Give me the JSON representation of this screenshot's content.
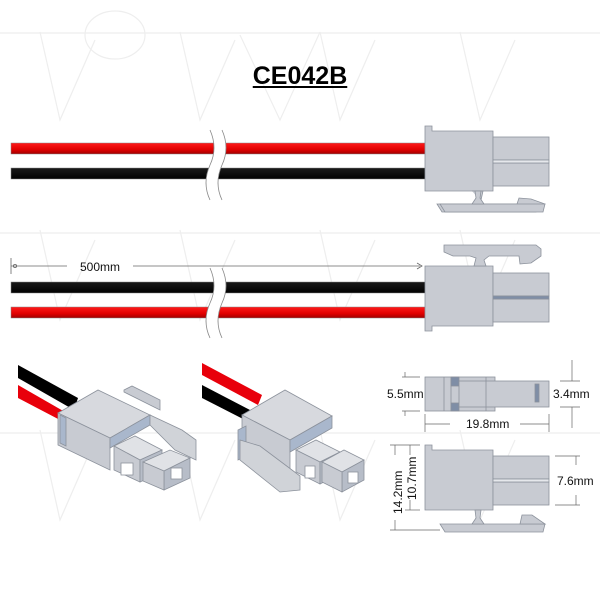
{
  "title": "CE042B",
  "colors": {
    "wire_red": "#e8000b",
    "wire_black": "#000000",
    "connector_body": "#c8cbd2",
    "connector_edge": "#8c929c",
    "connector_accent": "#a9b7cc",
    "dimension_line": "#666666"
  },
  "dimensions": {
    "cable_length": "500mm",
    "top_view_height": "5.5mm",
    "top_view_pin_height": "3.4mm",
    "overall_length": "19.8mm",
    "side_total_height": "14.2mm",
    "side_body_height": "10.7mm",
    "pin_pitch_height": "7.6mm"
  },
  "views": [
    {
      "name": "side-view-top",
      "wire_order": [
        "red",
        "black"
      ]
    },
    {
      "name": "side-view-bottom",
      "wire_order": [
        "black",
        "red"
      ]
    },
    {
      "name": "3d-view-left",
      "wire_order": [
        "black",
        "red"
      ]
    },
    {
      "name": "3d-view-right",
      "wire_order": [
        "red",
        "black"
      ]
    }
  ]
}
